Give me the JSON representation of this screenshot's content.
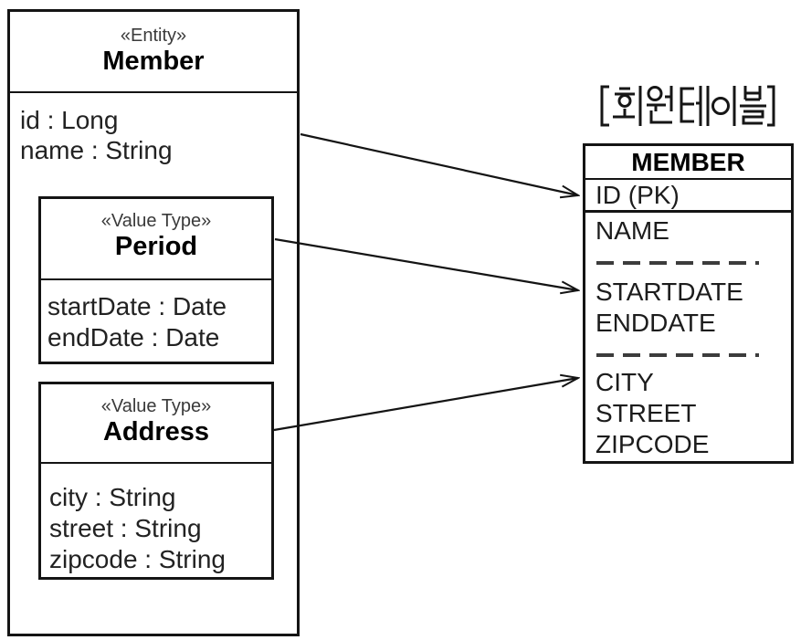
{
  "diagram": {
    "entity": {
      "stereotype": "«Entity»",
      "name": "Member",
      "attributes": [
        "id : Long",
        "name : String"
      ]
    },
    "value_types": [
      {
        "stereotype": "«Value Type»",
        "name": "Period",
        "attributes": [
          "startDate : Date",
          "endDate : Date"
        ]
      },
      {
        "stereotype": "«Value Type»",
        "name": "Address",
        "attributes": [
          "city : String",
          "street : String",
          "zipcode : String"
        ]
      }
    ],
    "table": {
      "caption": "[회원테이블]",
      "name": "MEMBER",
      "primary_key_row": "ID (PK)",
      "column_groups": [
        [
          "NAME"
        ],
        [
          "STARTDATE",
          "ENDDATE"
        ],
        [
          "CITY",
          "STREET",
          "ZIPCODE"
        ]
      ]
    },
    "mappings": [
      {
        "from": "Member (id, name)",
        "to": "MEMBER.ID (PK) / NAME"
      },
      {
        "from": "Period",
        "to": "MEMBER.STARTDATE / ENDDATE"
      },
      {
        "from": "Address",
        "to": "MEMBER.CITY / STREET / ZIPCODE"
      }
    ],
    "colors": {
      "background": "#ffffff",
      "line": "#141414",
      "text": "#1c1c1c"
    }
  }
}
